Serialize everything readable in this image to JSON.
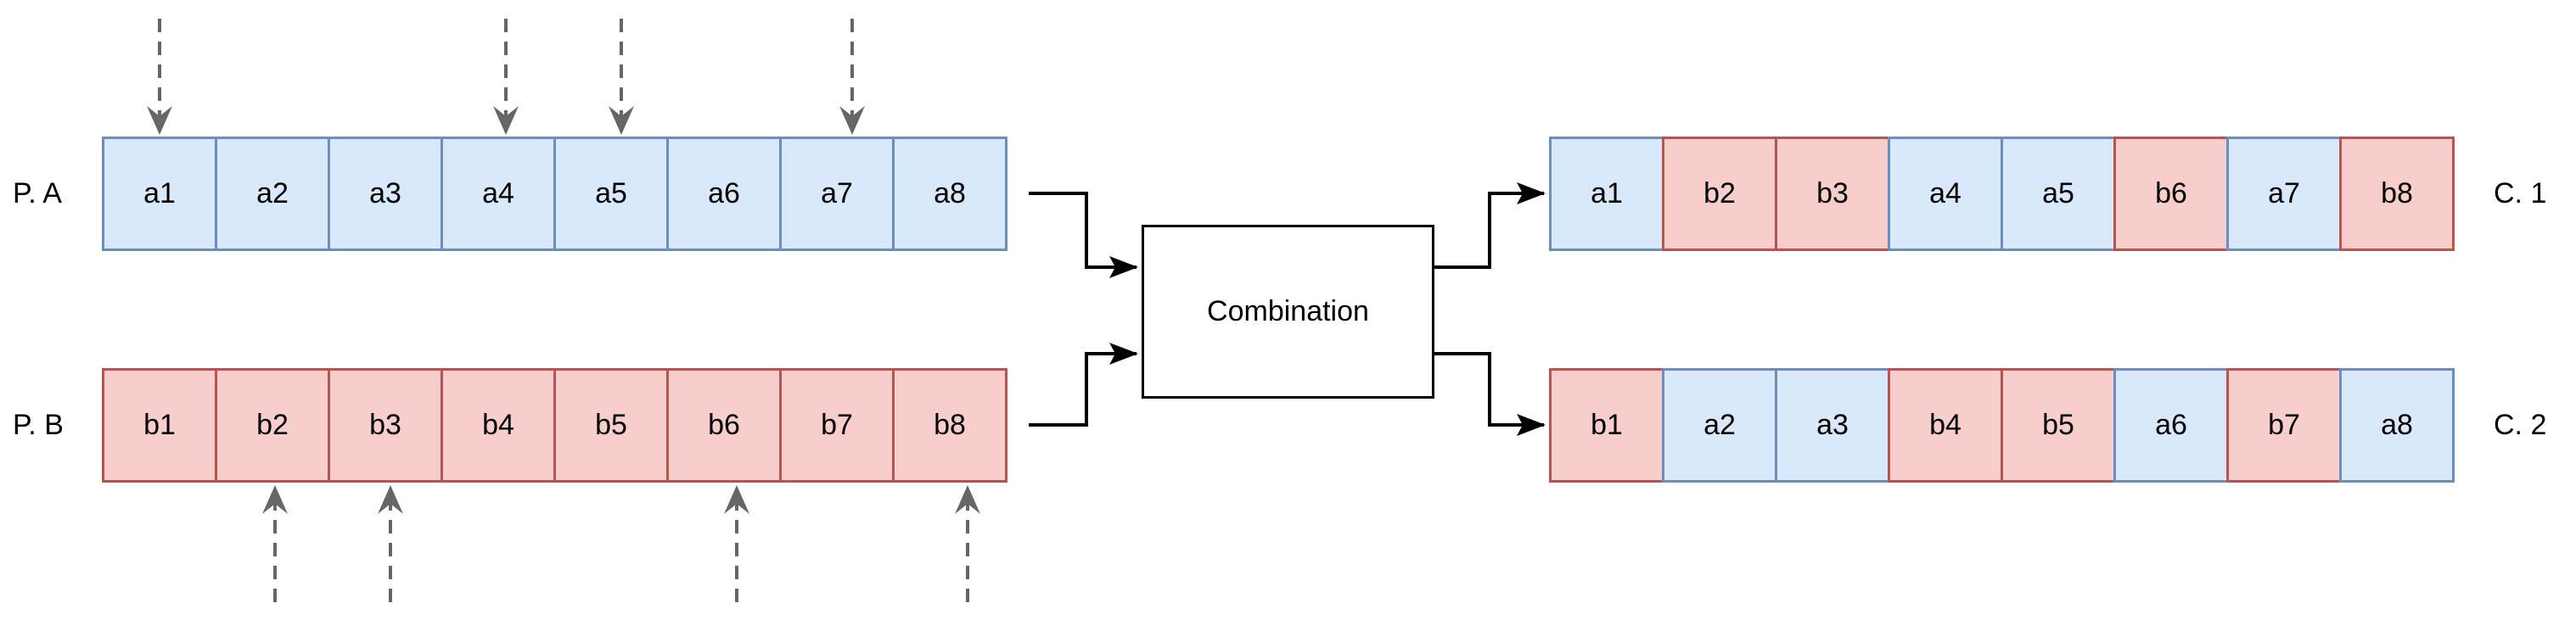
{
  "diagram_type": "uniform-crossover-combination",
  "colors": {
    "blue_fill": "#dae8fc",
    "blue_stroke": "#6c8ebf",
    "red_fill": "#f8cecc",
    "red_stroke": "#b85450",
    "connector": "#000000",
    "selection_arrow": "#666666",
    "background": "#ffffff"
  },
  "rows": {
    "parent_a": {
      "label": "P. A",
      "cells": [
        {
          "text": "a1",
          "color": "blue"
        },
        {
          "text": "a2",
          "color": "blue"
        },
        {
          "text": "a3",
          "color": "blue"
        },
        {
          "text": "a4",
          "color": "blue"
        },
        {
          "text": "a5",
          "color": "blue"
        },
        {
          "text": "a6",
          "color": "blue"
        },
        {
          "text": "a7",
          "color": "blue"
        },
        {
          "text": "a8",
          "color": "blue"
        }
      ]
    },
    "parent_b": {
      "label": "P. B",
      "cells": [
        {
          "text": "b1",
          "color": "red"
        },
        {
          "text": "b2",
          "color": "red"
        },
        {
          "text": "b3",
          "color": "red"
        },
        {
          "text": "b4",
          "color": "red"
        },
        {
          "text": "b5",
          "color": "red"
        },
        {
          "text": "b6",
          "color": "red"
        },
        {
          "text": "b7",
          "color": "red"
        },
        {
          "text": "b8",
          "color": "red"
        }
      ]
    },
    "child_1": {
      "label": "C. 1",
      "cells": [
        {
          "text": "a1",
          "color": "blue"
        },
        {
          "text": "b2",
          "color": "red"
        },
        {
          "text": "b3",
          "color": "red"
        },
        {
          "text": "a4",
          "color": "blue"
        },
        {
          "text": "a5",
          "color": "blue"
        },
        {
          "text": "b6",
          "color": "red"
        },
        {
          "text": "a7",
          "color": "blue"
        },
        {
          "text": "b8",
          "color": "red"
        }
      ]
    },
    "child_2": {
      "label": "C. 2",
      "cells": [
        {
          "text": "b1",
          "color": "red"
        },
        {
          "text": "a2",
          "color": "blue"
        },
        {
          "text": "a3",
          "color": "blue"
        },
        {
          "text": "b4",
          "color": "red"
        },
        {
          "text": "b5",
          "color": "red"
        },
        {
          "text": "a6",
          "color": "blue"
        },
        {
          "text": "b7",
          "color": "red"
        },
        {
          "text": "a8",
          "color": "blue"
        }
      ]
    }
  },
  "combination": {
    "label": "Combination"
  },
  "selection_arrows": {
    "parent_a_targets": [
      "a1",
      "a4",
      "a5",
      "a7"
    ],
    "parent_b_targets": [
      "b2",
      "b3",
      "b6",
      "b8"
    ]
  },
  "connectors": [
    {
      "from": "parent-a",
      "to": "combination"
    },
    {
      "from": "parent-b",
      "to": "combination"
    },
    {
      "from": "combination",
      "to": "child-1"
    },
    {
      "from": "combination",
      "to": "child-2"
    }
  ]
}
